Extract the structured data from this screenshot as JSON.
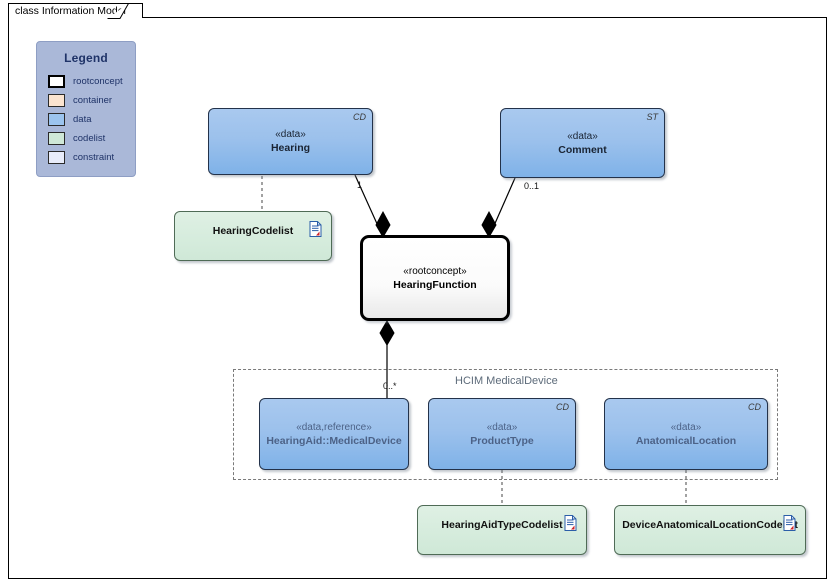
{
  "diagram": {
    "tab_label": "class Information Model"
  },
  "legend": {
    "title": "Legend",
    "items": [
      {
        "label": "rootconcept",
        "color": "#ffffff",
        "style": "thick"
      },
      {
        "label": "container",
        "color": "#fbe4d0",
        "style": "thin"
      },
      {
        "label": "data",
        "color": "#9cc4ee",
        "style": "thin"
      },
      {
        "label": "codelist",
        "color": "#cfe8d7",
        "style": "thin"
      },
      {
        "label": "constraint",
        "color": "#e8ecfa",
        "style": "thin"
      }
    ]
  },
  "nodes": {
    "hearing": {
      "stereotype": "«data»",
      "name": "Hearing",
      "corner": "CD",
      "kind": "data"
    },
    "comment": {
      "stereotype": "«data»",
      "name": "Comment",
      "corner": "ST",
      "kind": "data"
    },
    "hearing_function": {
      "stereotype": "«rootconcept»",
      "name": "HearingFunction",
      "corner": "",
      "kind": "rootconcept"
    },
    "hearing_codelist": {
      "name": "HearingCodelist",
      "kind": "codelist",
      "icon": "document-icon"
    },
    "medical_device": {
      "stereotype": "«data,reference»",
      "name": "HearingAid::MedicalDevice",
      "corner": "",
      "kind": "data"
    },
    "product_type": {
      "stereotype": "«data»",
      "name": "ProductType",
      "corner": "CD",
      "kind": "data"
    },
    "anatomical_location": {
      "stereotype": "«data»",
      "name": "AnatomicalLocation",
      "corner": "CD",
      "kind": "data"
    },
    "hearing_aid_type_codelist": {
      "name": "HearingAidTypeCodelist",
      "kind": "codelist",
      "icon": "document-icon"
    },
    "device_anatomical_location_codelist": {
      "name": "DeviceAnatomicalLocationCodelist",
      "kind": "codelist",
      "icon": "document-icon"
    }
  },
  "group": {
    "label": "HCIM MedicalDevice"
  },
  "multiplicities": {
    "hearing_to_function": "1",
    "comment_to_function": "0..1",
    "function_to_medical_device": "0..*"
  },
  "colors": {
    "data_fill_top": "#a9c9ef",
    "data_fill_bottom": "#7fb2e8",
    "codelist_fill": "#d6ecdd",
    "rootconcept_fill": "#ffffff",
    "legend_panel": "#aab8d8",
    "legend_text": "#1f3368",
    "group_border": "#7a7a7a"
  }
}
